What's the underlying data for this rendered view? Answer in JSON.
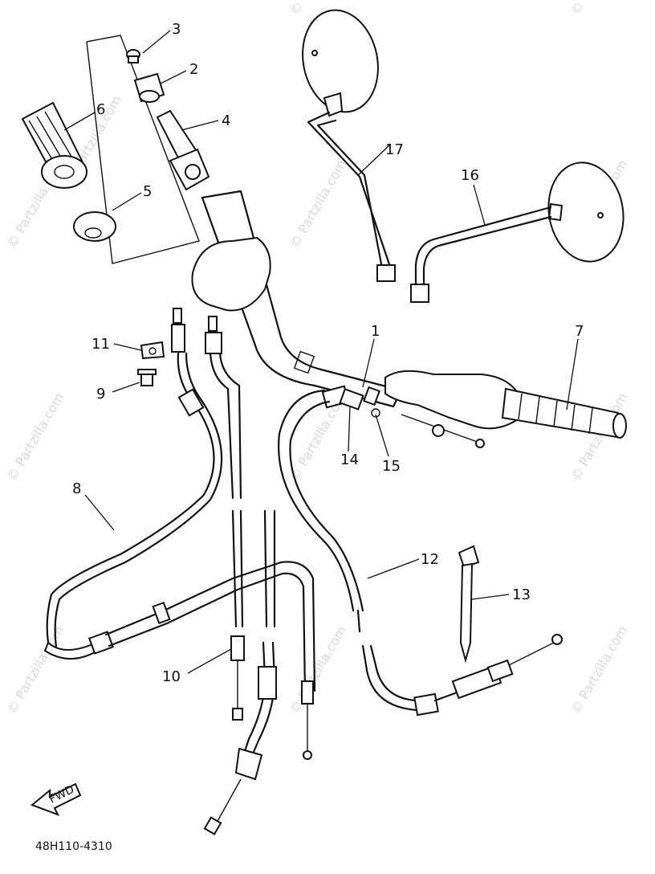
{
  "diagram": {
    "callouts": [
      {
        "id": "c1",
        "text": "1"
      },
      {
        "id": "c2",
        "text": "2"
      },
      {
        "id": "c3",
        "text": "3"
      },
      {
        "id": "c4",
        "text": "4"
      },
      {
        "id": "c5",
        "text": "5"
      },
      {
        "id": "c6",
        "text": "6"
      },
      {
        "id": "c7",
        "text": "7"
      },
      {
        "id": "c8",
        "text": "8"
      },
      {
        "id": "c9",
        "text": "9"
      },
      {
        "id": "c10",
        "text": "10"
      },
      {
        "id": "c11",
        "text": "11"
      },
      {
        "id": "c12",
        "text": "12"
      },
      {
        "id": "c13",
        "text": "13"
      },
      {
        "id": "c14",
        "text": "14"
      },
      {
        "id": "c15",
        "text": "15"
      },
      {
        "id": "c16",
        "text": "16"
      },
      {
        "id": "c17",
        "text": "17"
      }
    ],
    "fwd_label": "FWD",
    "drawing_code": "48H110-4310",
    "watermark": "© Partzilla.com"
  },
  "colors": {
    "ink": "#111111",
    "watermark": "#d9d9d9",
    "background": "#ffffff"
  }
}
